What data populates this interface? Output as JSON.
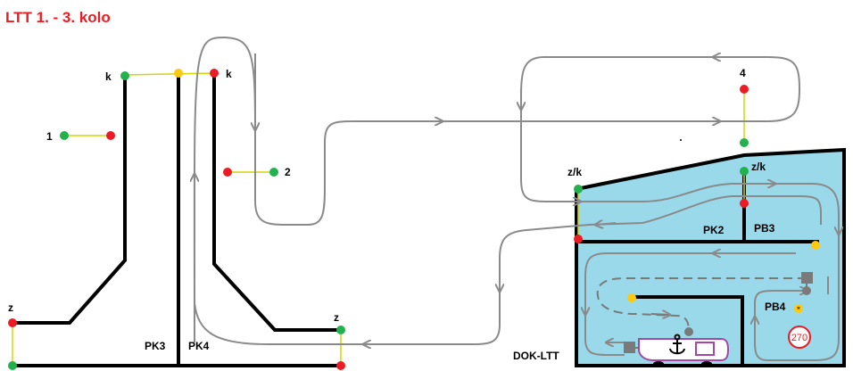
{
  "title": "LTT 1. - 3. kolo",
  "colors": {
    "title": "#ed1c24",
    "path": "#8a8a8a",
    "border": "#000000",
    "water": "#99d9ea",
    "dot_green": "#22b14c",
    "dot_red": "#ed1c24",
    "dot_yellow": "#ffc90e",
    "link_line": "#d4d40a",
    "boat": "#a349a4"
  },
  "labels": {
    "k_left": "k",
    "k_right": "k",
    "one": "1",
    "two": "2",
    "four": "4",
    "z_left": "z",
    "z_mid": "z",
    "zk_left": "z/k",
    "zk_right": "z/k",
    "pk3": "PK3",
    "pk4": "PK4",
    "pk2": "PK2",
    "pb3": "PB3",
    "pb4": "PB4",
    "dok": "DOK-LTT"
  },
  "icons": {
    "anchor": "anchor-icon",
    "star": "star-icon",
    "speed_sign": "speed-limit-sign",
    "speed_value": "270"
  }
}
